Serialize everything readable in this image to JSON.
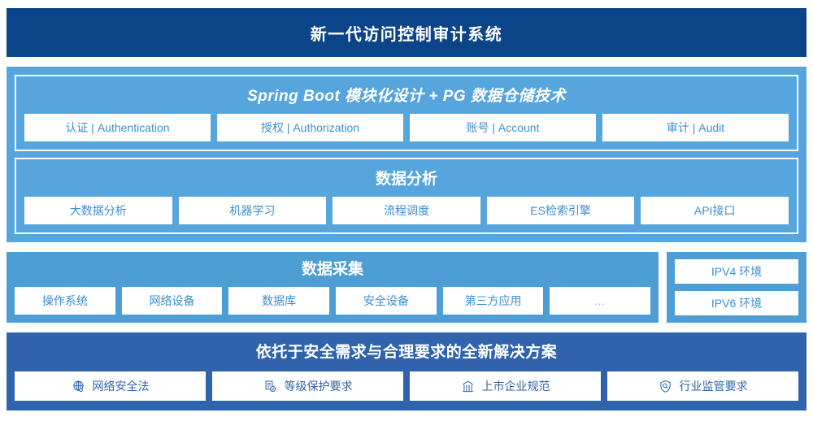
{
  "header": {
    "title": "新一代访问控制审计系统",
    "background": "#0c4489"
  },
  "colors": {
    "panel_light": "#57a5dd",
    "panel_mid": "#4e9ed6",
    "panel_dark": "#2f64ac",
    "cell_text_light": "#3d8fd0",
    "cell_text_dark": "#2f64ac"
  },
  "stack": {
    "groups": [
      {
        "title": "Spring Boot 模块化设计 + PG 数据仓储技术",
        "italic": true,
        "cells": [
          {
            "label": "认证 | Authentication"
          },
          {
            "label": "授权 | Authorization"
          },
          {
            "label": "账号 | Account"
          },
          {
            "label": "审计 | Audit"
          }
        ]
      },
      {
        "title": "数据分析",
        "italic": false,
        "cells": [
          {
            "label": "大数据分析"
          },
          {
            "label": "机器学习"
          },
          {
            "label": "流程调度"
          },
          {
            "label": "ES检索引擎"
          },
          {
            "label": "API接口"
          }
        ]
      }
    ]
  },
  "collect": {
    "title": "数据采集",
    "cells": [
      {
        "label": "操作系统"
      },
      {
        "label": "网络设备"
      },
      {
        "label": "数据库"
      },
      {
        "label": "安全设备"
      },
      {
        "label": "第三方应用"
      },
      {
        "label": "…"
      }
    ],
    "side_cells": [
      {
        "label": "IPV4 环境"
      },
      {
        "label": "IPV6 环境"
      }
    ]
  },
  "bottom": {
    "title": "依托于安全需求与合理要求的全新解决方案",
    "cells": [
      {
        "label": "网络安全法",
        "icon": "globe-network-icon"
      },
      {
        "label": "等级保护要求",
        "icon": "document-check-icon"
      },
      {
        "label": "上市企业规范",
        "icon": "bank-building-icon"
      },
      {
        "label": "行业监管要求",
        "icon": "shield-search-icon"
      }
    ]
  }
}
